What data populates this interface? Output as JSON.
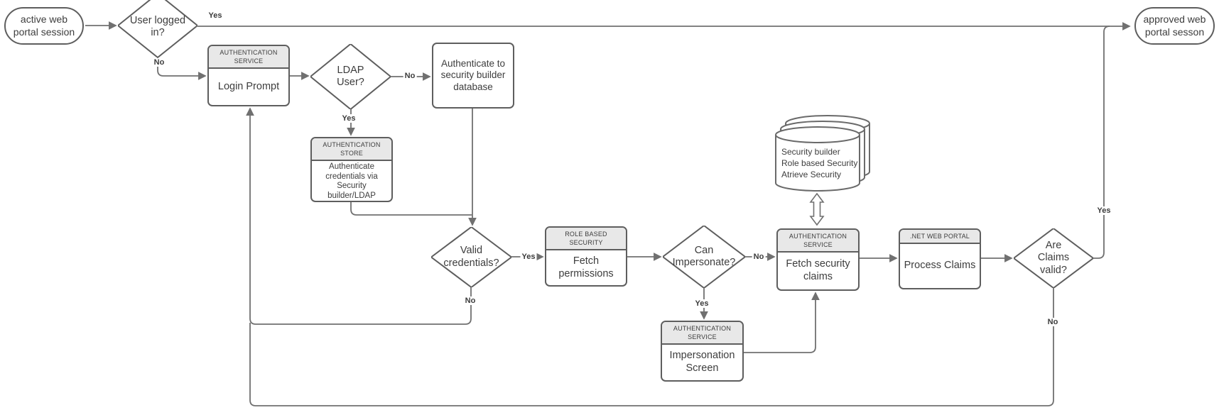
{
  "colors": {
    "shape_border": "#5e5e5e",
    "connector": "#707070",
    "header_fill": "#e8e8e8",
    "body_fill": "#ffffff",
    "text": "#3d3d3d"
  },
  "nodes": {
    "start": {
      "label": "active web portal session"
    },
    "user_logged_in": {
      "label": "User logged in?"
    },
    "login_prompt": {
      "header": "AUTHENTICATION SERVICE",
      "label": "Login Prompt"
    },
    "ldap_user": {
      "label": "LDAP User?"
    },
    "auth_to_sb_db": {
      "label": "Authenticate to security builder database"
    },
    "auth_store": {
      "header": "AUTHENTICATION STORE",
      "label": "Authenticate credentials via Security builder/LDAP"
    },
    "valid_credentials": {
      "label": "Valid credentials?"
    },
    "fetch_permissions": {
      "header": "ROLE BASED SECURITY",
      "label": "Fetch permissions"
    },
    "can_impersonate": {
      "label": "Can Impersonate?"
    },
    "impersonation_screen": {
      "header": "AUTHENTICATION SERVICE",
      "label": "Impersonation Screen"
    },
    "fetch_security_claims": {
      "header": "AUTHENTICATION SERVICE",
      "label": "Fetch security claims"
    },
    "security_db": {
      "lines": [
        "Security builder",
        "Role based Security",
        "Atrieve Security"
      ]
    },
    "process_claims": {
      "header": ".NET WEB PORTAL",
      "label": "Process Claims"
    },
    "claims_valid": {
      "label": "Are Claims valid?"
    },
    "end": {
      "label": "approved web portal sesson"
    }
  },
  "edge_labels": {
    "logged_in_yes": "Yes",
    "logged_in_no": "No",
    "ldap_no": "No",
    "ldap_yes": "Yes",
    "valid_yes": "Yes",
    "valid_no": "No",
    "impersonate_no": "No",
    "impersonate_yes": "Yes",
    "claims_yes": "Yes",
    "claims_no": "No"
  }
}
